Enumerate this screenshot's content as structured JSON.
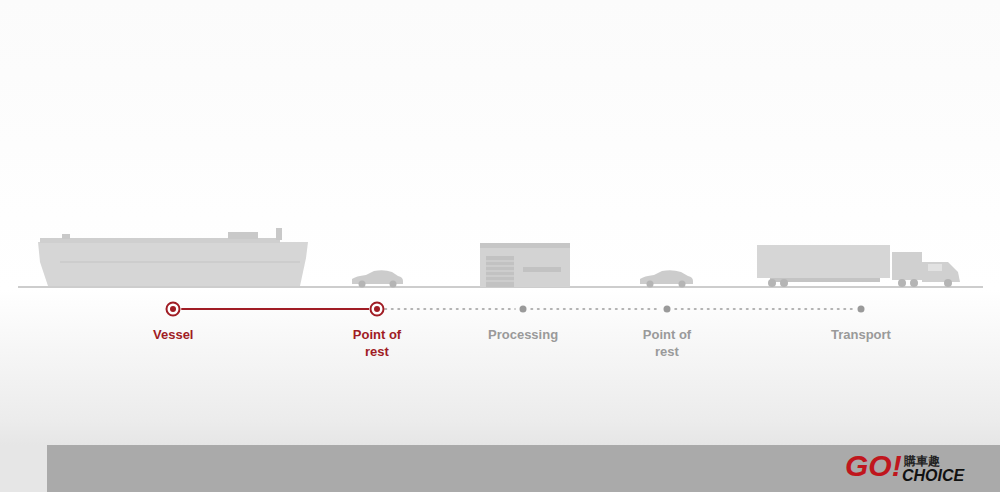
{
  "diagram": {
    "nodes": [
      {
        "text": [
          "Vessel"
        ]
      },
      {
        "text": [
          "Point of rest"
        ]
      },
      {
        "text": [
          "Processing"
        ]
      },
      {
        "text": [
          "Point of rest"
        ]
      },
      {
        "text": [
          "Transport"
        ]
      }
    ],
    "edges": [
      {
        "from": 0,
        "to": 1,
        "arrow": "none"
      },
      {
        "from": 1,
        "to": 2,
        "arrow": "none"
      },
      {
        "from": 2,
        "to": 3,
        "arrow": "none"
      },
      {
        "from": 3,
        "to": 4,
        "arrow": "none"
      }
    ],
    "labels": [
      "GO!",
      "購車趣",
      "CHOICE"
    ]
  }
}
